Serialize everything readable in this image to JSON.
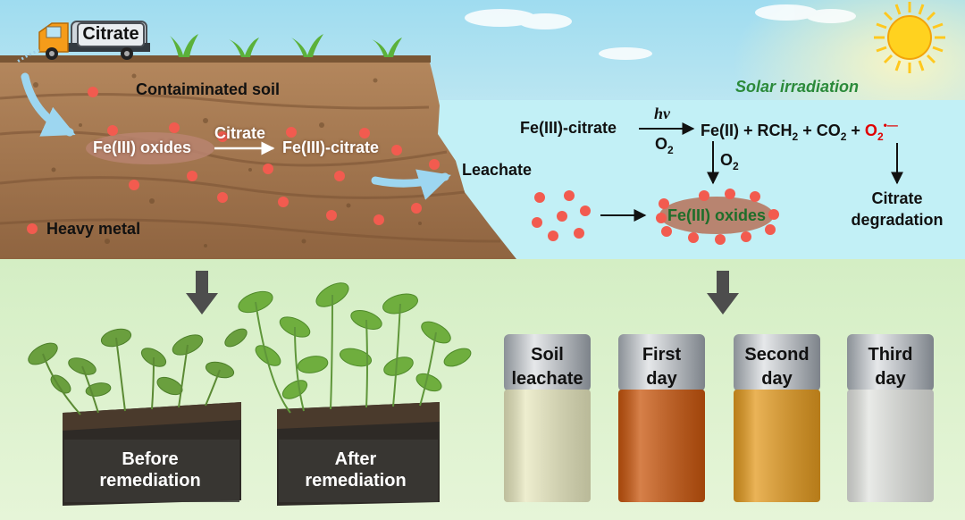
{
  "truck": {
    "label": "Citrate"
  },
  "soil": {
    "title": "Contaiminated soil",
    "fe_oxides": "Fe(III) oxides",
    "citrate_arrow_label": "Citrate",
    "fe_citrate": "Fe(III)-citrate",
    "heavy_metal_legend": "Heavy metal",
    "leachate": "Leachate"
  },
  "sky": {
    "solar": "Solar irradiation"
  },
  "reaction": {
    "reactant": "Fe(III)-citrate",
    "arrow_top": "hν",
    "arrow_bottom_main": "O",
    "arrow_bottom_sub": "2",
    "products_a": "Fe(II) + RCH",
    "products_a_sub": "2",
    "products_b": " + CO",
    "products_b_sub": "2",
    "products_c": " + ",
    "superoxide_main": "O",
    "superoxide_sub": "2",
    "superoxide_sup": "•—",
    "down_o2_main": "O",
    "down_o2_sub": "2",
    "fe_oxides_result": "Fe(III) oxides",
    "citrate_deg_line1": "Citrate",
    "citrate_deg_line2": "degradation"
  },
  "plants": {
    "before_line1": "Before",
    "before_line2": "remediation",
    "after_line1": "After",
    "after_line2": "remediation"
  },
  "vials": [
    {
      "line1": "Soil",
      "line2": "leachate",
      "color": "#e8e8bf"
    },
    {
      "line1": "First",
      "line2": "day",
      "color": "#c9560d"
    },
    {
      "line1": "Second",
      "line2": "day",
      "color": "#e39a1f"
    },
    {
      "line1": "Third",
      "line2": "day",
      "color": "#e2e4e0"
    }
  ],
  "colors": {
    "sky": "#bfeaf4",
    "water": "#c2f0f6",
    "soil": "#a97c55",
    "ground": "#ddf0c8",
    "heavy_metal": "#f25b4f",
    "oxide_blob": "#b88470",
    "solar_text": "#2b8a3a"
  }
}
